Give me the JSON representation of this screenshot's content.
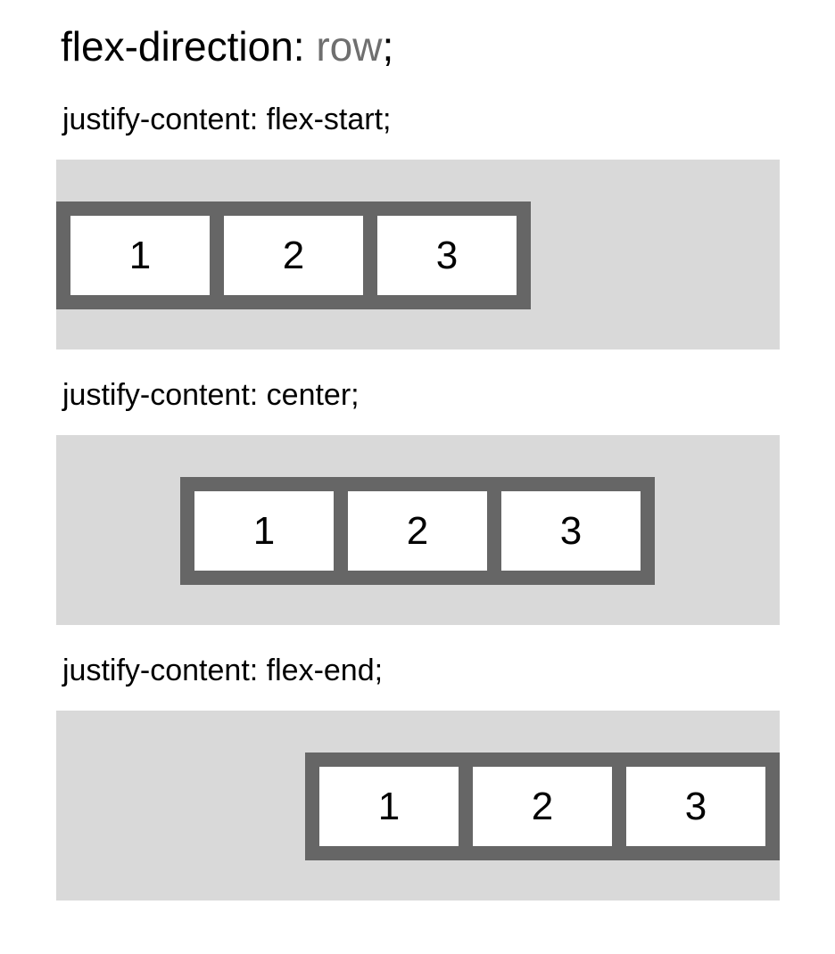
{
  "title": {
    "prefix": "flex-direction: ",
    "value": "row",
    "suffix": ";"
  },
  "sections": [
    {
      "label": "justify-content: flex-start;",
      "items": [
        "1",
        "2",
        "3"
      ]
    },
    {
      "label": "justify-content: center;",
      "items": [
        "1",
        "2",
        "3"
      ]
    },
    {
      "label": "justify-content: flex-end;",
      "items": [
        "1",
        "2",
        "3"
      ]
    }
  ],
  "colors": {
    "panel": "#d9d9d9",
    "item_border": "#666666",
    "item_fill": "#ffffff",
    "title_value": "#6f6f6f"
  }
}
